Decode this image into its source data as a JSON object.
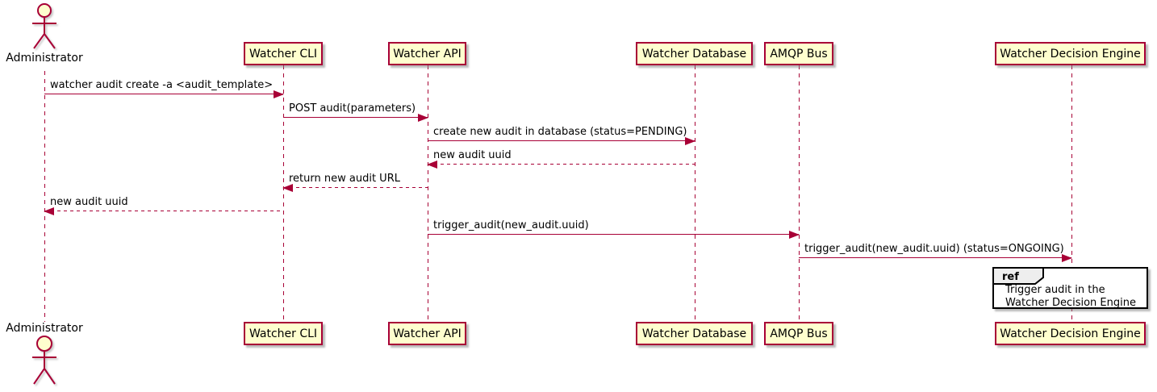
{
  "diagram_type": "uml-sequence",
  "actor": {
    "name": "Administrator"
  },
  "participants": [
    {
      "name": "Watcher CLI"
    },
    {
      "name": "Watcher API"
    },
    {
      "name": "Watcher Database"
    },
    {
      "name": "AMQP Bus"
    },
    {
      "name": "Watcher Decision Engine"
    }
  ],
  "messages": [
    {
      "from": "Administrator",
      "to": "Watcher CLI",
      "label": "watcher audit create -a <audit_template>",
      "line": "solid",
      "direction": "right"
    },
    {
      "from": "Watcher CLI",
      "to": "Watcher API",
      "label": "POST audit(parameters)",
      "line": "solid",
      "direction": "right"
    },
    {
      "from": "Watcher API",
      "to": "Watcher Database",
      "label": "create new audit in database (status=PENDING)",
      "line": "solid",
      "direction": "right"
    },
    {
      "from": "Watcher Database",
      "to": "Watcher API",
      "label": "new audit uuid",
      "line": "dashed",
      "direction": "left"
    },
    {
      "from": "Watcher API",
      "to": "Watcher CLI",
      "label": "return new audit URL",
      "line": "dashed",
      "direction": "left"
    },
    {
      "from": "Watcher CLI",
      "to": "Administrator",
      "label": "new audit uuid",
      "line": "dashed",
      "direction": "left"
    },
    {
      "from": "Watcher API",
      "to": "AMQP Bus",
      "label": "trigger_audit(new_audit.uuid)",
      "line": "solid",
      "direction": "right"
    },
    {
      "from": "AMQP Bus",
      "to": "Watcher Decision Engine",
      "label": "trigger_audit(new_audit.uuid) (status=ONGOING)",
      "line": "solid",
      "direction": "right"
    }
  ],
  "ref": {
    "keyword": "ref",
    "lines": [
      "Trigger audit in the",
      "Watcher Decision Engine"
    ],
    "over": "Watcher Decision Engine"
  },
  "colors": {
    "participant_fill": "#FEFECE",
    "stroke": "#A80036",
    "text": "#000000",
    "ref_fill": "#FFFFFF",
    "ref_border": "#000000",
    "ref_tab_fill": "#EEEEEE",
    "background": "#FFFFFF"
  }
}
